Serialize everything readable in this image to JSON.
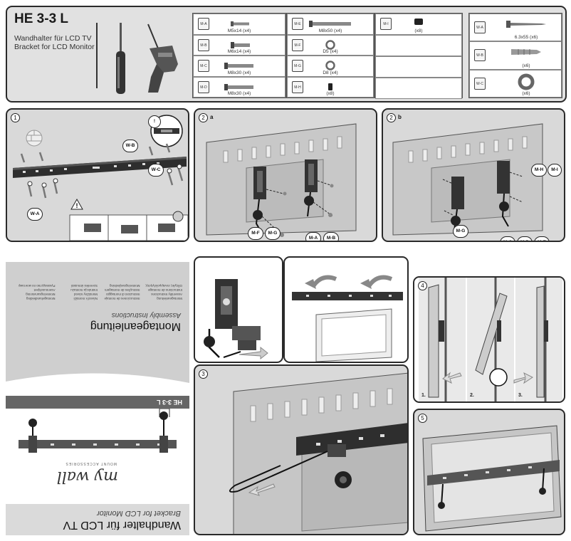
{
  "header": {
    "model": "HE 3-3 L",
    "description_de": "Wandhalter für LCD TV",
    "description_en": "Bracket for LCD Monitor"
  },
  "parts": {
    "col1": [
      {
        "bag": "M-A",
        "label": "M5x14 (x4)"
      },
      {
        "bag": "M-B",
        "label": "M6x14 (x4)"
      },
      {
        "bag": "M-C",
        "label": "M8x30 (x4)"
      },
      {
        "bag": "M-D",
        "label": "M8x30 (x4)"
      }
    ],
    "col2": [
      {
        "bag": "M-E",
        "label": "M8x50 (x4)"
      },
      {
        "bag": "M-F",
        "label": "D5 (x4)"
      },
      {
        "bag": "M-G",
        "label": "D8 (x4)"
      },
      {
        "bag": "M-H",
        "label": "(x8)"
      }
    ],
    "col3": [
      {
        "bag": "M-I",
        "label": "(x8)"
      }
    ],
    "col4": [
      {
        "bag": "W-A",
        "label": "6.3x55 (x6)"
      },
      {
        "bag": "W-B",
        "label": "(x6)"
      },
      {
        "bag": "W-C",
        "label": "(x6)"
      }
    ]
  },
  "steps": {
    "s1": {
      "num": "1",
      "callouts": [
        "W-B",
        "W-C",
        "W-A"
      ],
      "warn_num": "!"
    },
    "s2a": {
      "num": "2",
      "sub": "a",
      "callouts": [
        "M-A",
        "M-B",
        "M-F",
        "M-G"
      ]
    },
    "s2b": {
      "num": "2",
      "sub": "b",
      "callouts": [
        "M-H",
        "M-I",
        "M-G",
        "M-C",
        "M-D",
        "M-E"
      ]
    },
    "s3": {
      "num": "3"
    },
    "s4": {
      "num": "4",
      "labels": [
        "1.",
        "2.",
        "3."
      ]
    },
    "s5": {
      "num": "5"
    }
  },
  "booklet": {
    "title": "Wandhalter für LCD TV",
    "subtitle": "Bracket for LCD Monitor",
    "code": "HE 3-3 L",
    "guide_title": "Montageanleitung",
    "guide_subtitle": "Assembly Instructions",
    "brand": "my wall",
    "brand_sub": "MOUNT ACCESSORIES",
    "languages": [
      "Montageanleitung",
      "Instrucciones de montaje",
      "Návod k montáži",
      "Montagehandleiding",
      "Assembly Instructions",
      "Instruzioni di montaggio",
      "Montážny návod",
      "Monteringsanvisning",
      "Instructions de montage",
      "Instruções de montagem",
      "Instrukcja montażu",
      "Asennusohjeet",
      "Οδηγίες συναρμολόγησης",
      "Monteringsvejledning",
      "Szerelési útmutató",
      "Руководство по монтажу"
    ]
  },
  "colors": {
    "panel_bg": "#d9d9d9",
    "border": "#2a2a2a",
    "bag_fill": "#f5f5f5"
  }
}
